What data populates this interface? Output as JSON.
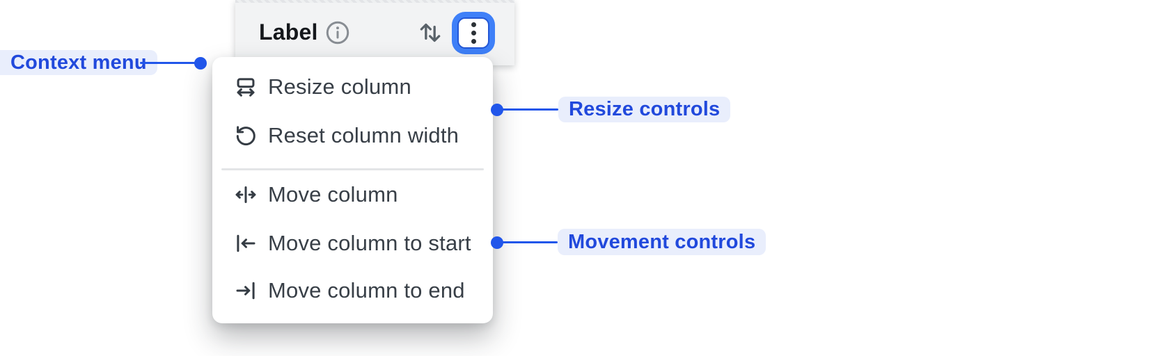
{
  "header": {
    "label": "Label",
    "icons": [
      "info-icon",
      "sort-direction-icon",
      "kebab-menu-icon"
    ]
  },
  "menu": {
    "items": [
      {
        "icon": "resize-column-icon",
        "label": "Resize column"
      },
      {
        "icon": "reset-column-width-icon",
        "label": "Reset column width"
      },
      {
        "icon": "move-column-icon",
        "label": "Move column"
      },
      {
        "icon": "move-column-to-start-icon",
        "label": "Move column to start"
      },
      {
        "icon": "move-column-to-end-icon",
        "label": "Move column to end"
      }
    ]
  },
  "annotations": {
    "context_menu": "Context menu",
    "resize_controls": "Resize controls",
    "movement_controls": "Movement controls"
  },
  "colors": {
    "annotation_blue": "#2156ea",
    "annotation_text": "#2149dc",
    "annotation_bg": "#e9eefc",
    "focus_ring_outer": "#3f80f8",
    "focus_ring_inner": "#2458d6",
    "header_bg": "#f2f3f4",
    "menu_bg": "#ffffff",
    "menu_text": "#383f47",
    "divider": "#e3e5e7"
  }
}
